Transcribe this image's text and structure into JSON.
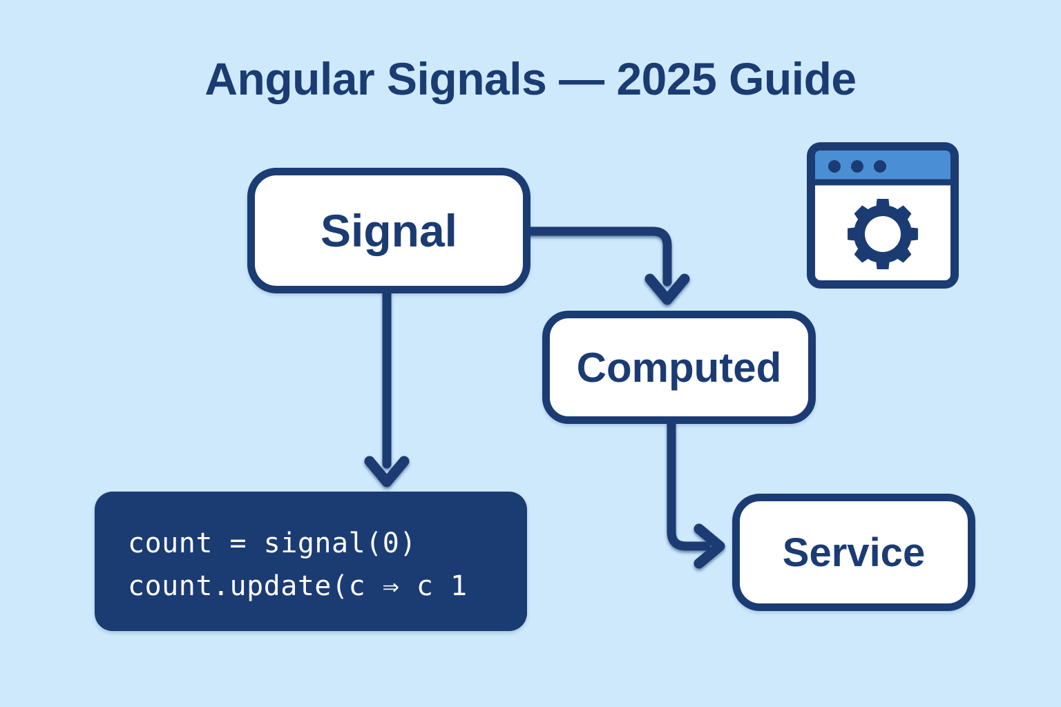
{
  "page": {
    "title": "Angular Signals — 2025 Guide",
    "background_color": "#cde9fb",
    "ink_color": "#1b3b73",
    "accent_color": "#4a8fd4"
  },
  "diagram": {
    "nodes": [
      {
        "id": "signal",
        "label": "Signal"
      },
      {
        "id": "computed",
        "label": "Computed"
      },
      {
        "id": "service",
        "label": "Service"
      }
    ],
    "edges": [
      {
        "from": "signal",
        "to": "computed",
        "style": "elbow-right-down"
      },
      {
        "from": "signal",
        "to": "code-block",
        "style": "straight-down"
      },
      {
        "from": "computed",
        "to": "service",
        "style": "elbow-down-right"
      }
    ]
  },
  "code_block": {
    "background_color": "#1b3b73",
    "text_color": "#ffffff",
    "lines": [
      "count = signal(0)",
      "count.update(c ⇒ c 1"
    ]
  },
  "icon": {
    "name": "browser-window-gear-icon",
    "titlebar_color": "#4a8fd4",
    "dot_count": 3,
    "gear_teeth": 8
  }
}
